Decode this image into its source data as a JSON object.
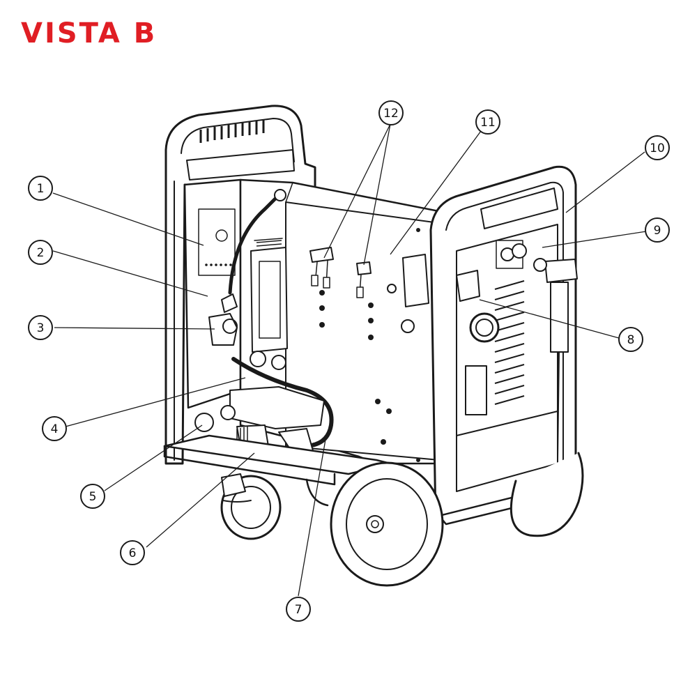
{
  "title": "VISTA B",
  "colors": {
    "title": "#e01e24",
    "line": "#1a1a1a",
    "background": "#ffffff"
  },
  "callouts": [
    {
      "label": "1"
    },
    {
      "label": "2"
    },
    {
      "label": "3"
    },
    {
      "label": "4"
    },
    {
      "label": "5"
    },
    {
      "label": "6"
    },
    {
      "label": "7"
    },
    {
      "label": "8"
    },
    {
      "label": "9"
    },
    {
      "label": "10"
    },
    {
      "label": "11"
    },
    {
      "label": "12"
    }
  ]
}
